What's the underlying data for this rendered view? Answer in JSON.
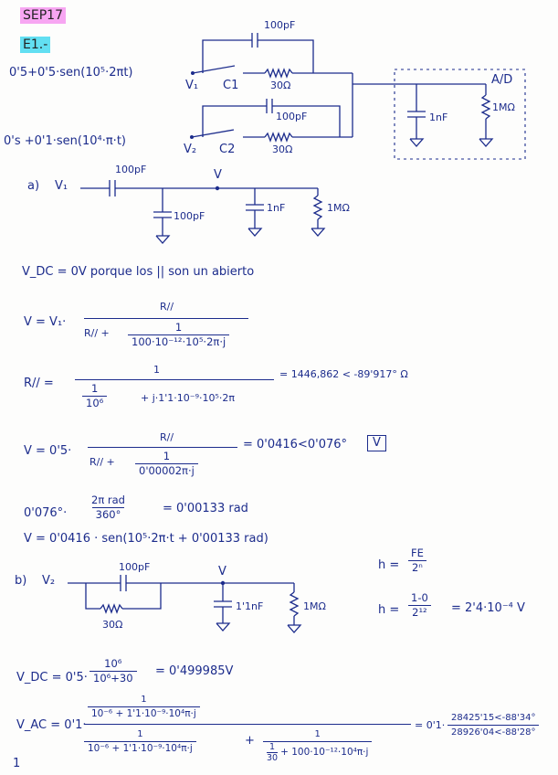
{
  "header": {
    "code": "SEP17",
    "exercise": "E1.-"
  },
  "circuit": {
    "source1": "0'5+0'5·sen(10⁵·2πt)",
    "source2": "0's +0'1·sen(10⁴·π·t)",
    "node1": "V₁",
    "node2": "V₂",
    "switch1": "C1",
    "switch2": "C2",
    "cap1": "100pF",
    "res1": "30Ω",
    "cap2": "100pF",
    "res2": "30Ω",
    "ad_label": "A/D",
    "ad_cap": "1nF",
    "ad_res": "1MΩ"
  },
  "part_a": {
    "label": "a)",
    "source": "V₁",
    "series_cap": "100pF",
    "node": "V",
    "shunt_cap": "100pF",
    "c1": "1nF",
    "r1": "1MΩ",
    "vdc_line": "V_DC = 0V porque los  ||  son un abierto",
    "eq1": {
      "lhs": "V = V₁·",
      "num": "R//",
      "den_left": "R//  +",
      "den_frac_num": "1",
      "den_frac_den": "100·10⁻¹²·10⁵·2π·j"
    },
    "eq2": {
      "lhs": "R// =",
      "num": "1",
      "den_frac_num": "1",
      "den_frac_den": "10⁶",
      "den_tail": "+ j·1'1·10⁻⁹·10⁵·2π",
      "result": "= 1446,862 < -89'917° Ω"
    },
    "eq3": {
      "lhs": "V = 0'5·",
      "num": "R//",
      "den_left": "R//  +",
      "den_frac_num": "1",
      "den_frac_den": "0'00002π·j",
      "result": "= 0'0416<0'076°",
      "boxed": "V"
    },
    "eq4": {
      "lhs": "0'076°·",
      "num": "2π rad",
      "den": "360°",
      "result": "= 0'00133 rad"
    },
    "eq5": "V = 0'0416 · sen(10⁵·2π·t + 0'00133 rad)"
  },
  "part_b": {
    "label": "b)",
    "source": "V₂",
    "par_cap": "100pF",
    "par_res": "30Ω",
    "node": "V",
    "c1": "1'1nF",
    "r1": "1MΩ",
    "h1": {
      "lhs": "h =",
      "num": "FE",
      "den": "2ⁿ"
    },
    "h2": {
      "lhs": "h =",
      "num": "1-0",
      "den": "2¹²",
      "result": "= 2'4·10⁻⁴ V"
    },
    "vdc": {
      "lhs": "V_DC = 0'5·",
      "num": "10⁶",
      "den": "10⁶+30",
      "result": "= 0'499985V"
    },
    "vac": {
      "lhs": "V_AC = 0'1·",
      "num_top": "1",
      "num_bottom": "10⁻⁶ + 1'1·10⁻⁹·10⁴π·j",
      "den1_top": "1",
      "den1_bottom": "10⁻⁶ + 1'1·10⁻⁹·10⁴π·j",
      "plus": "+",
      "den2_top": "1",
      "den2_bottom_a": "1",
      "den2_bottom_a_den": "30",
      "den2_bottom_b": "+ 100·10⁻¹²·10⁴π·j",
      "result_pre": "= 0'1·",
      "result_num": "28425'15<-88'34°",
      "result_den": "28926'04<-88'28°"
    }
  },
  "footer": {
    "page": "1"
  }
}
